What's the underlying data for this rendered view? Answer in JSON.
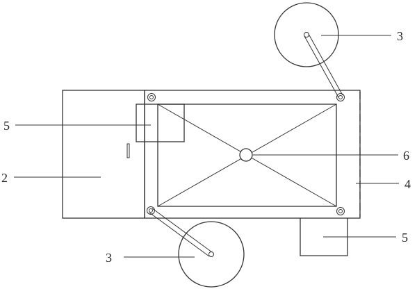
{
  "labels": {
    "top_right_reel": "3",
    "bottom_reel": "3",
    "left_box": "5",
    "bottom_right_box": "5",
    "center_hub": "6",
    "right_edge": "4",
    "left_body": "2"
  },
  "colors": {
    "line": "#333333",
    "background": "#ffffff"
  }
}
